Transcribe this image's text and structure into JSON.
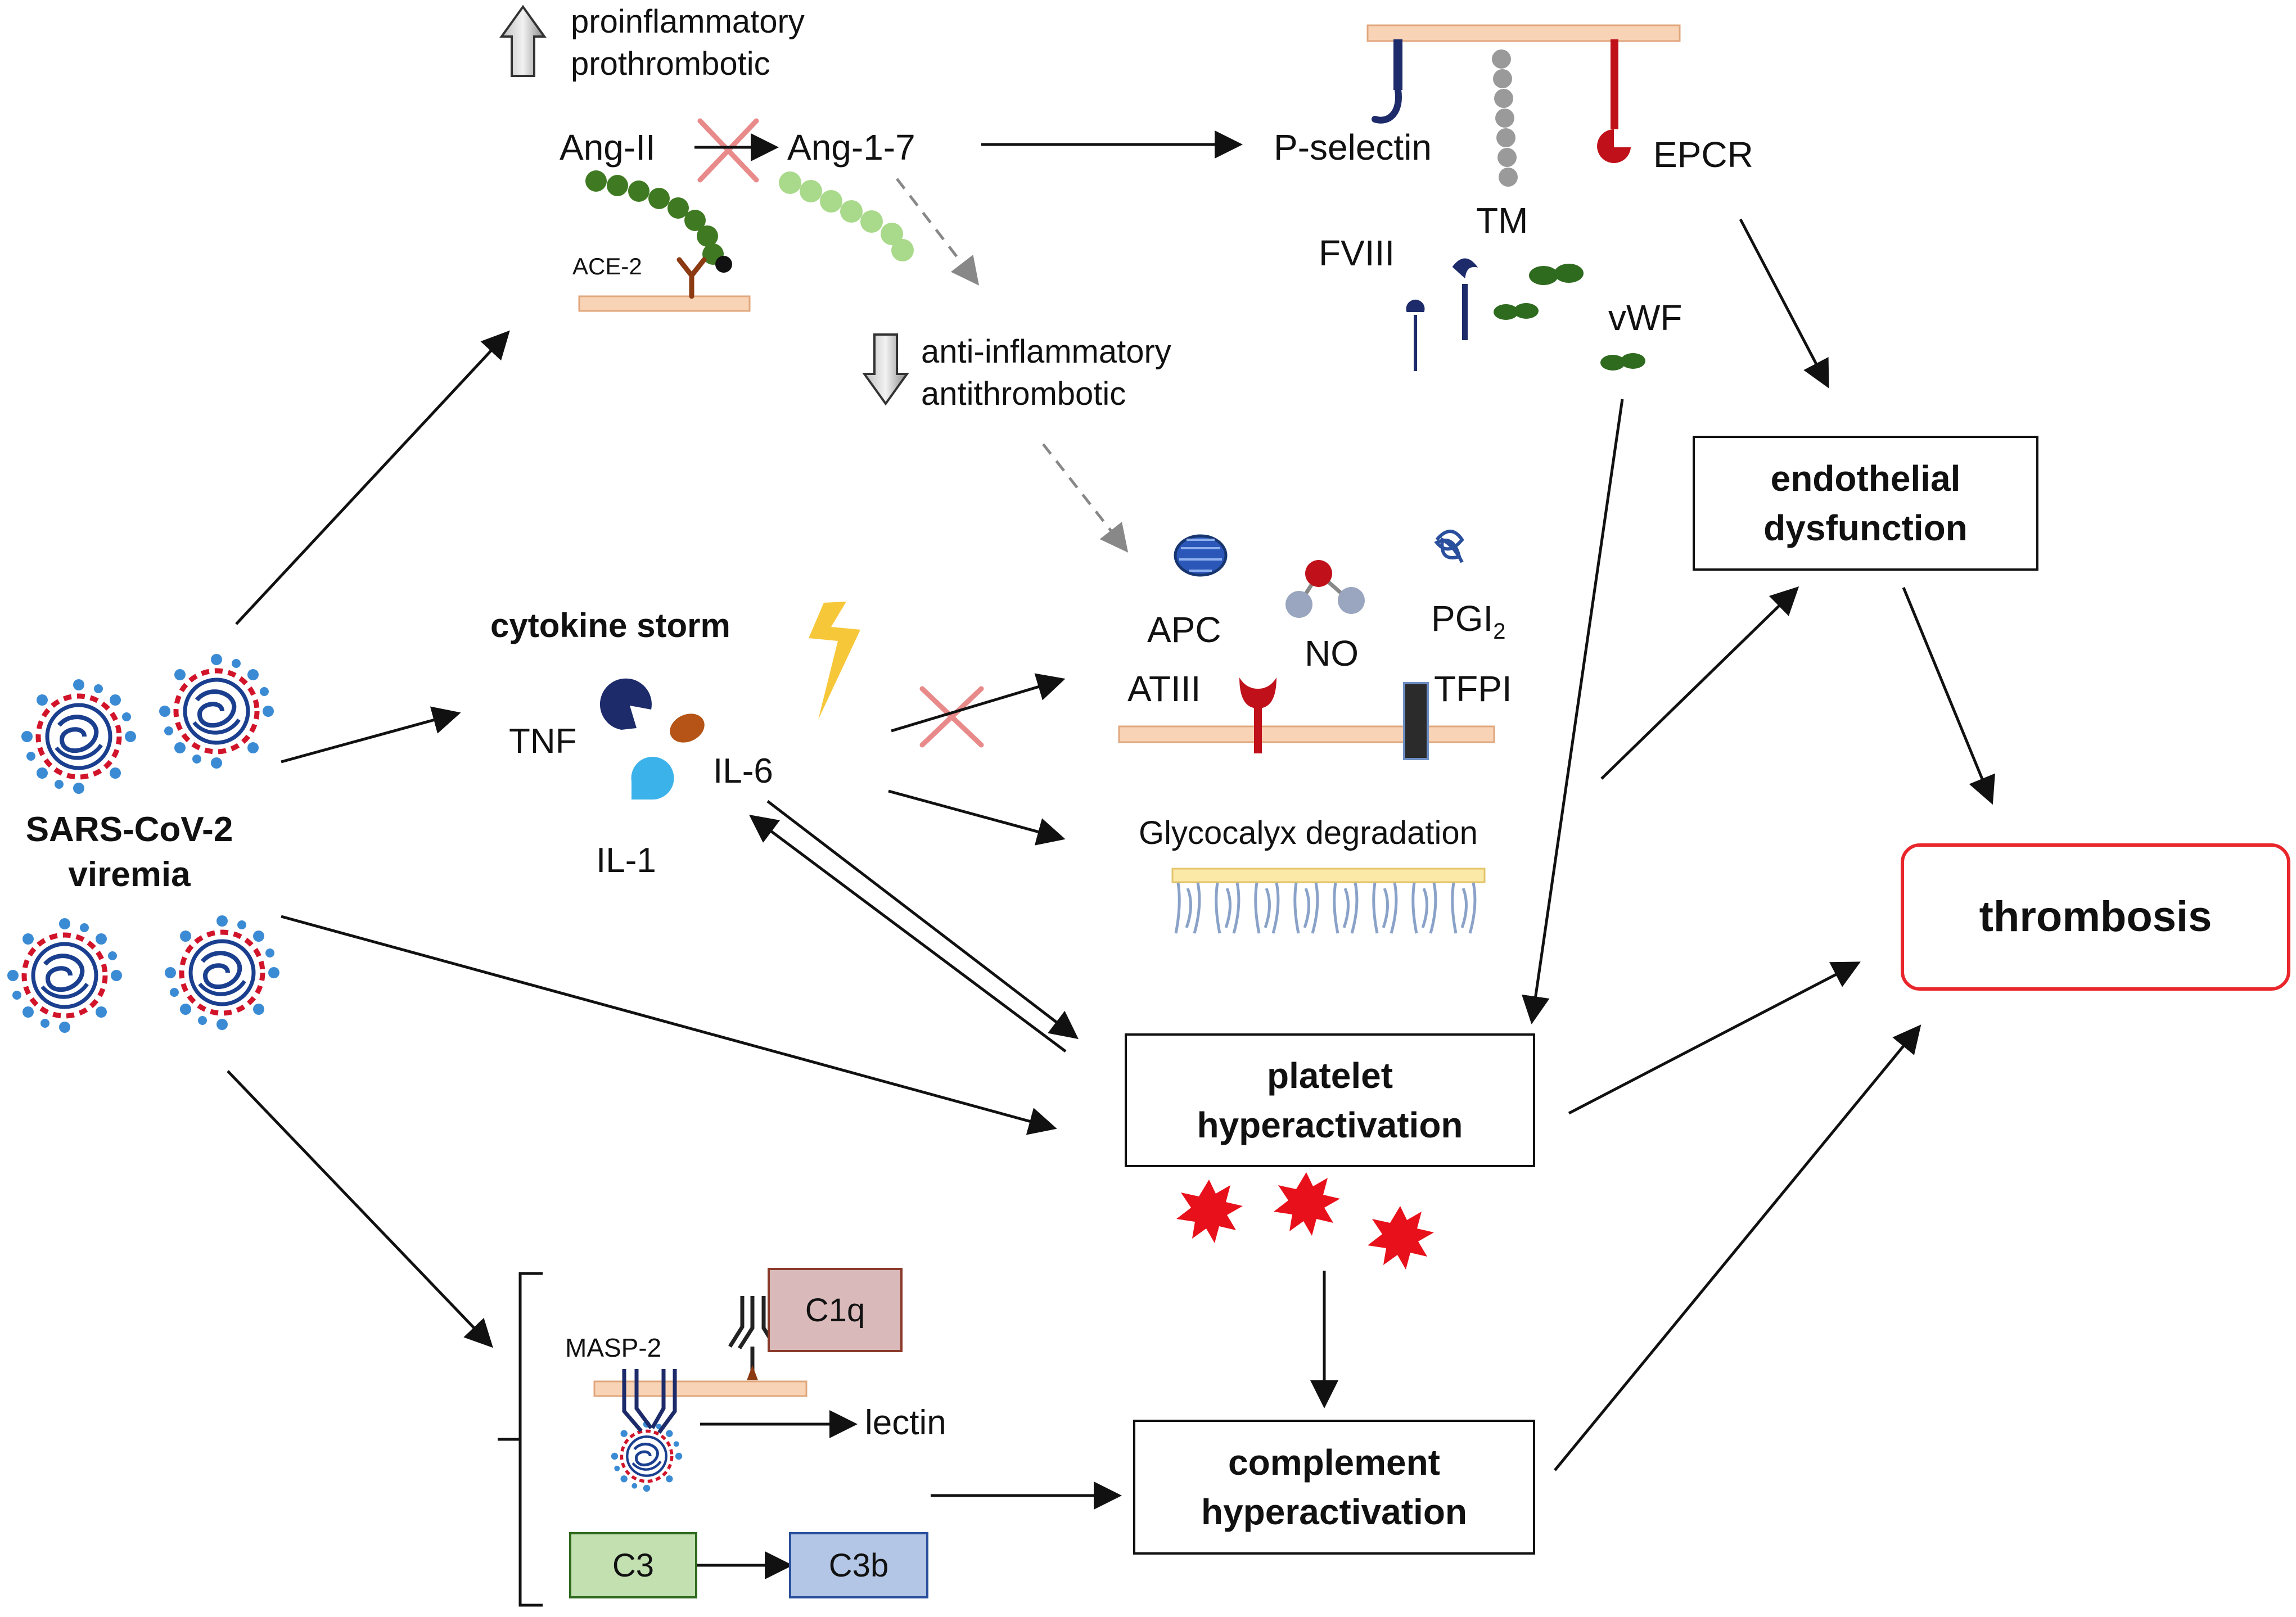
{
  "labels": {
    "pro_line1": "proinflammatory",
    "pro_line2": "prothrombotic",
    "ang2": "Ang-II",
    "ang17": "Ang-1-7",
    "ace2": "ACE-2",
    "anti_line1": "anti-inflammatory",
    "anti_line2": "antithrombotic",
    "p_selectin": "P-selectin",
    "epcr": "EPCR",
    "tm": "TM",
    "fviii": "FVIII",
    "vwf": "vWF",
    "cytokine_storm": "cytokine storm",
    "tnf": "TNF",
    "il6": "IL-6",
    "il1": "IL-1",
    "apc": "APC",
    "no": "NO",
    "pgi2": "PGI",
    "pgi2_sub": "2",
    "atiii": "ATIII",
    "tfpi": "TFPI",
    "glycocalyx": "Glycocalyx degradation",
    "sars_line1": "SARS-CoV-2",
    "sars_line2": "viremia",
    "masp2": "MASP-2",
    "lectin": "lectin"
  },
  "boxes": {
    "endothelial": "endothelial\ndysfunction",
    "platelet": "platelet\nhyperactivation",
    "complement": "complement\nhyperactivation",
    "thrombosis": "thrombosis",
    "c1q": "C1q",
    "c3": "C3",
    "c3b": "C3b"
  },
  "colors": {
    "membrane": "#f9d3b6",
    "membrane_border": "#e0a77d",
    "thrombosis_border": "#e8262b",
    "platelet_red": "#e8101a",
    "ace2_chain": "#3f7a22",
    "ang17_chain": "#a9d98a",
    "c1q_fill": "#d9b9b9",
    "c3_fill": "#c3e0b1",
    "c3b_fill": "#b3c6e6",
    "virus_blue": "#1b3f8f",
    "virus_red": "#d1142a",
    "spike_blue": "#3b8bd4"
  }
}
